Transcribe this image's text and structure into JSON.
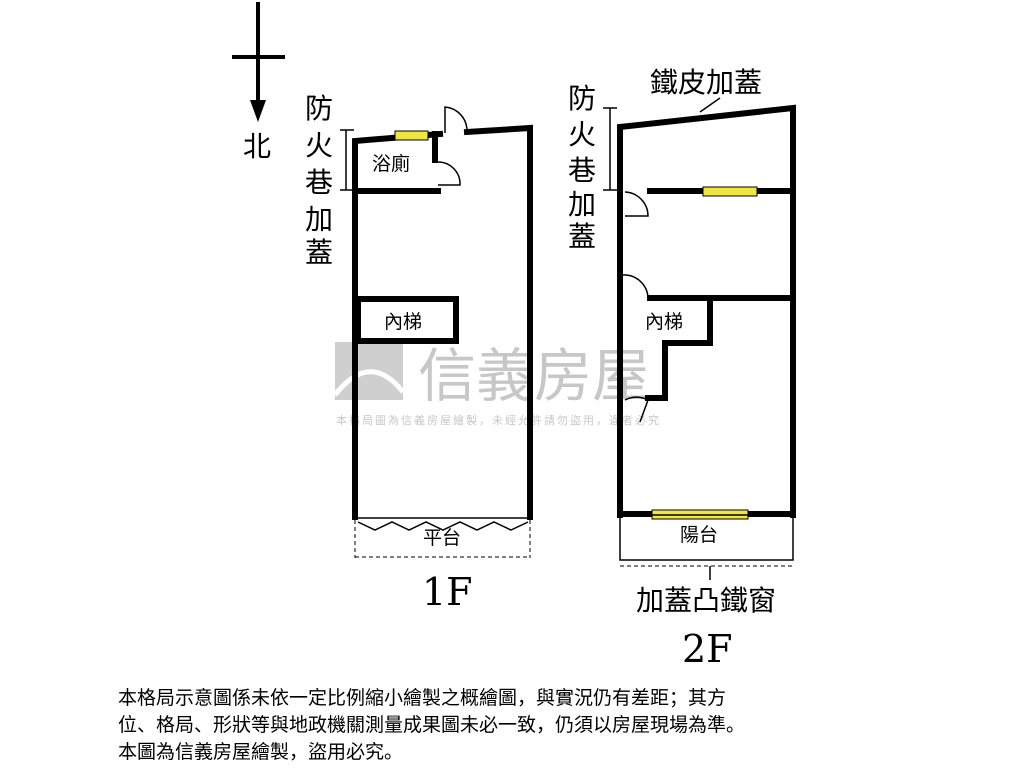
{
  "compass": {
    "north_label": "北"
  },
  "floor1": {
    "label": "1F",
    "side_label_chars": [
      "防",
      "火",
      "巷",
      "加",
      "蓋"
    ],
    "rooms": {
      "bathroom": "浴廁",
      "stairs": "內梯",
      "platform": "平台"
    }
  },
  "floor2": {
    "label": "2F",
    "roof_note": "鐵皮加蓋",
    "side_label_chars": [
      "防",
      "火",
      "巷",
      "加",
      "蓋"
    ],
    "rooms": {
      "stairs": "內梯",
      "balcony": "陽台"
    },
    "window_note": "加蓋凸鐵窗"
  },
  "watermark": {
    "brand": "信義房屋",
    "notice": "本格局圖為信義房屋繪製，未經允許請勿盜用，違者必究"
  },
  "disclaimer": [
    "本格局示意圖係未依一定比例縮小繪製之概繪圖，與實況仍有差距；其方",
    "位、格局、形狀等與地政機關測量成果圖未必一致，仍須以房屋現場為準。",
    "本圖為信義房屋繪製，盜用必究。"
  ],
  "colors": {
    "window": "#f0e640",
    "watermark": "#a0a0a0"
  }
}
